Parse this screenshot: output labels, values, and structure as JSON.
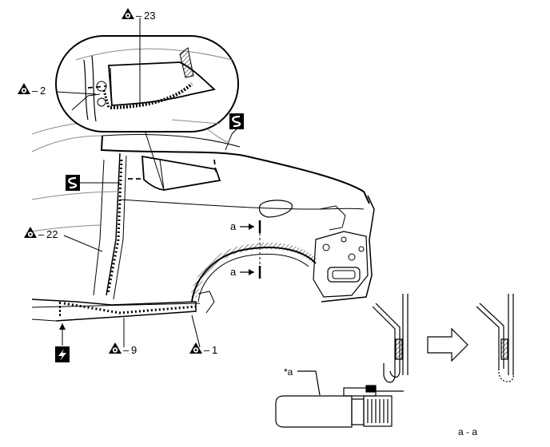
{
  "callouts": {
    "c23": "23",
    "c2": "2",
    "c22": "22",
    "c9": "9",
    "c1": "1"
  },
  "section_marks": {
    "upper": "a",
    "lower": "a"
  },
  "detail": {
    "star_label": "*a",
    "section_caption": "a - a"
  },
  "icons": {
    "triangle_symbol": "warning-triangle-dot-icon",
    "s_symbol": "s-wave-symbol-icon",
    "bolt_symbol": "lightning-symbol-icon",
    "arrow": "right-arrow-icon"
  }
}
